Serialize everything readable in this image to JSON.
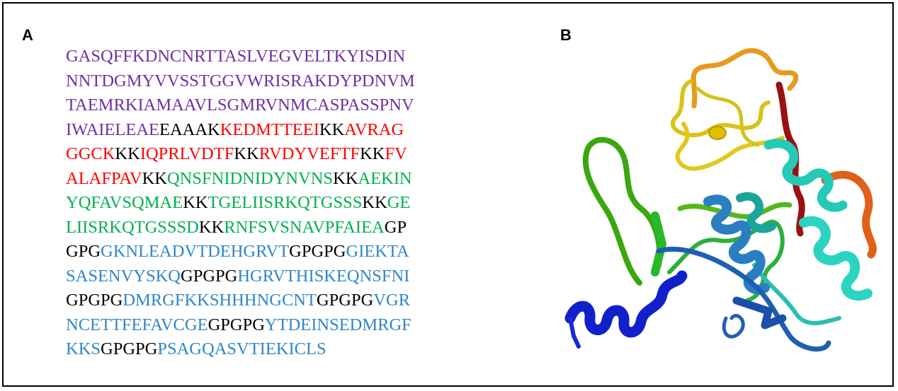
{
  "panels": {
    "a": "A",
    "b": "B"
  },
  "colors": {
    "purple": "#7030a0",
    "black": "#000000",
    "red": "#ff0000",
    "green": "#00b050",
    "blue": "#2e86c8"
  },
  "sequence_lines": [
    [
      [
        "GASQFFKDNCNRTTASLVEGVELTKYISDIN",
        "purple"
      ]
    ],
    [
      [
        "NNTDGMYVVSSTGGVWRISRAKDYPDNVM",
        "purple"
      ]
    ],
    [
      [
        "TAEMRKIAMAAVLSGMRVNMCASPASSPNV",
        "purple"
      ]
    ],
    [
      [
        "IWAIELEAE",
        "purple"
      ],
      [
        "EAAAK",
        "black"
      ],
      [
        "KEDMTTEEI",
        "red"
      ],
      [
        "KK",
        "black"
      ],
      [
        "AVRAG",
        "red"
      ]
    ],
    [
      [
        "GGCK",
        "red"
      ],
      [
        "KK",
        "black"
      ],
      [
        "IQPRLVDTF",
        "red"
      ],
      [
        "KK",
        "black"
      ],
      [
        "RVDYVEFTF",
        "red"
      ],
      [
        "KK",
        "black"
      ],
      [
        "FV",
        "red"
      ]
    ],
    [
      [
        "ALAFPAV",
        "red"
      ],
      [
        "KK",
        "black"
      ],
      [
        "QNSFNIDNIDYNVNS",
        "green"
      ],
      [
        "KK",
        "black"
      ],
      [
        "AEKIN",
        "green"
      ]
    ],
    [
      [
        "YQFAVSQMAE",
        "green"
      ],
      [
        "KK",
        "black"
      ],
      [
        "TGELIISRKQTGSSS",
        "green"
      ],
      [
        "KK",
        "black"
      ],
      [
        "GE",
        "green"
      ]
    ],
    [
      [
        "LIISRKQTGSSSD",
        "green"
      ],
      [
        "KK",
        "black"
      ],
      [
        "RNFSVSNAVPFAIEA",
        "green"
      ],
      [
        "GP",
        "black"
      ]
    ],
    [
      [
        "GPG",
        "black"
      ],
      [
        "GKNLEADVTDEHGRVT",
        "blue"
      ],
      [
        "GPGPG",
        "black"
      ],
      [
        "GIEKTA",
        "blue"
      ]
    ],
    [
      [
        "SASENVYSKQ",
        "blue"
      ],
      [
        "GPGPG",
        "black"
      ],
      [
        "HGRVTHISKEQNSFNI",
        "blue"
      ]
    ],
    [
      [
        "GPGPG",
        "black"
      ],
      [
        "DMRGFKKSHHHNGCNT",
        "blue"
      ],
      [
        "GPGPG",
        "black"
      ],
      [
        "VGR",
        "blue"
      ]
    ],
    [
      [
        "NCETTFEFAVCGE",
        "blue"
      ],
      [
        "GPGPG",
        "black"
      ],
      [
        "YTDEINSEDMRGF",
        "blue"
      ]
    ],
    [
      [
        "KKS",
        "blue"
      ],
      [
        "GPGPG",
        "black"
      ],
      [
        "PSAGQASVTIEKICLS",
        "blue"
      ]
    ]
  ]
}
